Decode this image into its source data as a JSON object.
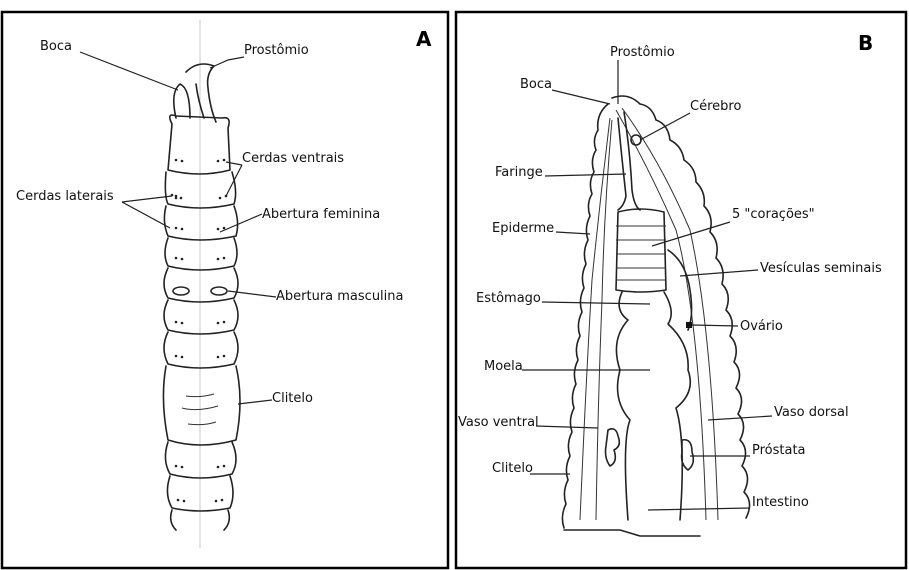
{
  "panel_a": {
    "tag": "A",
    "labels": {
      "boca": "Boca",
      "prostomio": "Prostômio",
      "cerdas_ventrais": "Cerdas ventrais",
      "cerdas_laterais": "Cerdas laterais",
      "abertura_feminina": "Abertura feminina",
      "abertura_masculina": "Abertura masculina",
      "clitelo": "Clitelo"
    }
  },
  "panel_b": {
    "tag": "B",
    "labels": {
      "prostomio": "Prostômio",
      "boca": "Boca",
      "cerebro": "Cérebro",
      "faringe": "Faringe",
      "coracoes": "5 \"corações\"",
      "epiderme": "Epiderme",
      "vesiculas": "Vesículas seminais",
      "estomago": "Estômago",
      "ovario": "Ovário",
      "moela": "Moela",
      "vaso_ventral": "Vaso ventral",
      "vaso_dorsal": "Vaso dorsal",
      "prostata": "Próstata",
      "clitelo": "Clitelo",
      "intestino": "Intestino"
    }
  }
}
